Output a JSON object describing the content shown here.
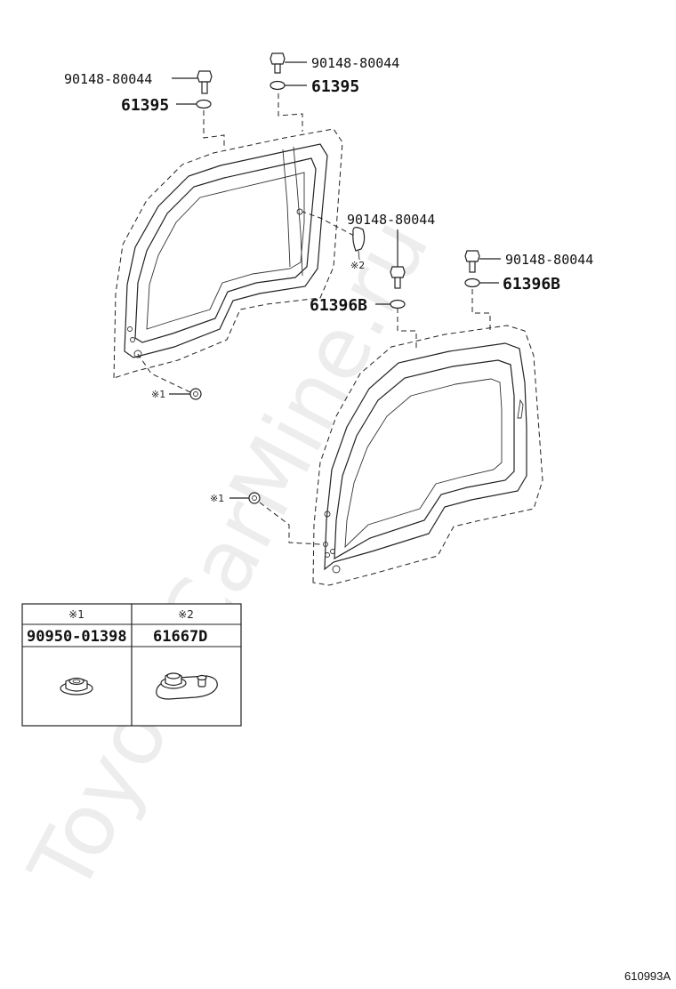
{
  "callouts": {
    "bolt_left_top": "90148-80044",
    "bolt_center_top": "90148-80044",
    "washer_left_top": "61395",
    "washer_center_top": "61395",
    "bolt_mid": "90148-80044",
    "mark_mid": "※2",
    "washer_mid": "61396B",
    "bolt_right": "90148-80044",
    "washer_right": "61396B",
    "mark_left_lower": "※1",
    "mark_right_lower": "※1"
  },
  "legend_table": {
    "col1_mark": "※1",
    "col1_part": "90950-01398",
    "col2_mark": "※2",
    "col2_part": "61667D"
  },
  "watermark": "ToyotaCarMine.ru",
  "figure_ref": "610993A"
}
